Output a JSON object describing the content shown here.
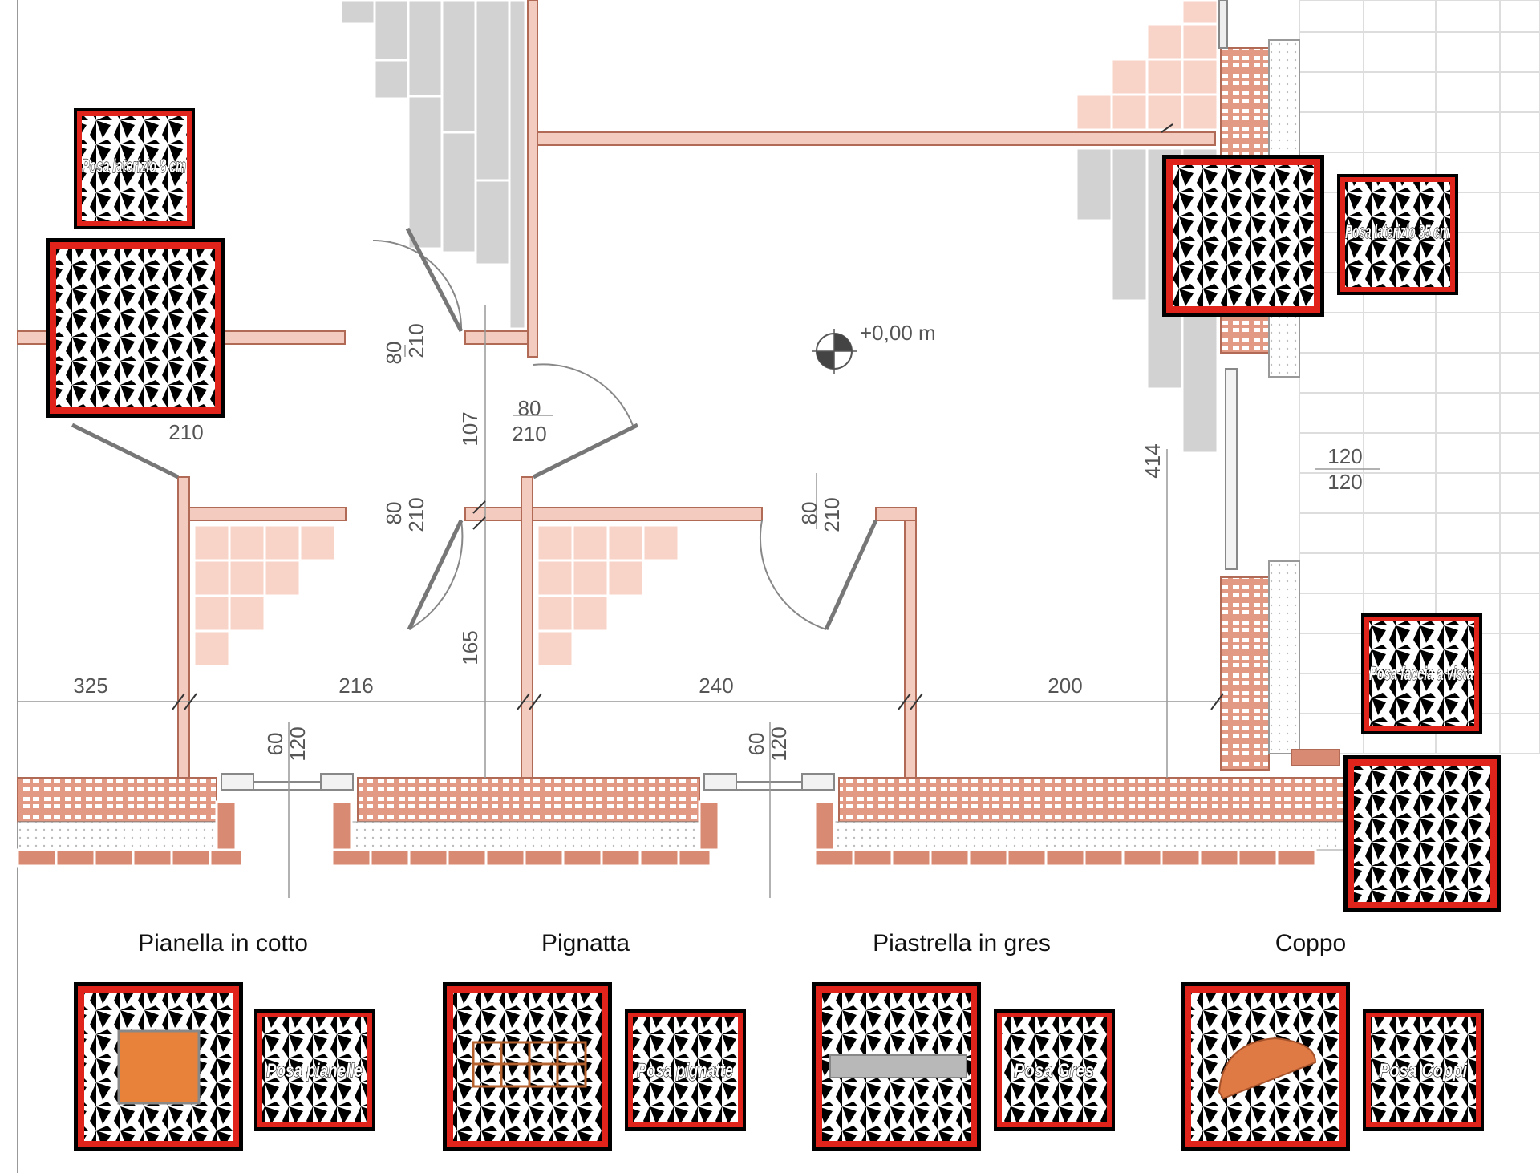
{
  "colors": {
    "brick": "#d98a72",
    "brick_dark": "#c66a52",
    "tile_pink": "#f7cfc4",
    "tile_grey": "#cfcfcf",
    "wall_outline": "#9a5a48",
    "badge_frame": "#e0241b",
    "dim_text": "#555555",
    "terracotta": "#e8823a"
  },
  "plan": {
    "elevation": "+0,00 m",
    "dimensions": {
      "d80_210_a_top": "80",
      "d80_210_a_bottom": "210",
      "d210_left": "210",
      "d107": "107",
      "d80_210_b_top": "80",
      "d80_210_b_bottom": "210",
      "d80_210_c_top": "80",
      "d80_210_c_bottom": "210",
      "d80_210_d_top": "80",
      "d80_210_d_bottom": "210",
      "d165": "165",
      "d414": "414",
      "d120_top": "120",
      "d120_bottom": "120",
      "d325": "325",
      "d216": "216",
      "d240": "240",
      "d200": "200",
      "d60_120_a_top": "60",
      "d60_120_a_bottom": "120",
      "d60_120_b_top": "60",
      "d60_120_b_bottom": "120"
    }
  },
  "badges": {
    "laterizio8": "Posa laterizio 8 cm",
    "laterizio35": "Posa laterizio 35 cm",
    "facciavista": "Posa faccia a vista",
    "pianelle": "Posa pianelle",
    "pignatte": "Posa pignatte",
    "gres": "Posa Gres",
    "coppi": "Posa Coppi"
  },
  "legend": {
    "pianella": "Pianella in cotto",
    "pignatta": "Pignatta",
    "piastrella": "Piastrella in gres",
    "coppo": "Coppo"
  }
}
